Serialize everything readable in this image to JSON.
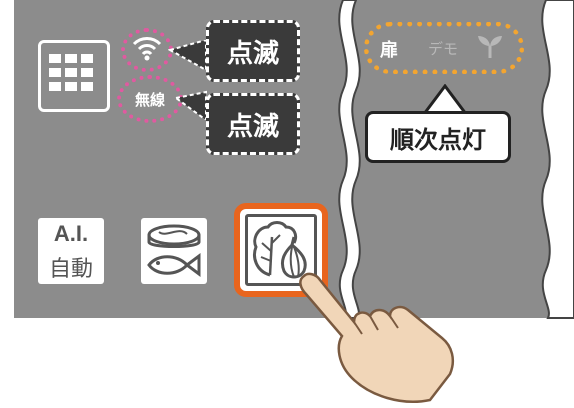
{
  "panel": {
    "wireless_label": "無線",
    "blink_label_1": "点滅",
    "blink_label_2": "点滅",
    "sequence": {
      "door_label": "扉",
      "demo_label": "デモ",
      "callout_label": "順次点灯"
    },
    "buttons": {
      "ai_line1": "A.I.",
      "ai_line2": "自動"
    }
  },
  "colors": {
    "panel": "#8c8c8c",
    "callout_dark": "#3a3a3a",
    "pink_dots": "#e05aa0",
    "orange_dots": "#f3a530",
    "selected_ring": "#e8651e"
  },
  "icons": [
    "grid-icon",
    "wifi-icon",
    "sprout-icon",
    "fish-meat-icon",
    "vegetable-icon",
    "hand-pointer-icon"
  ]
}
